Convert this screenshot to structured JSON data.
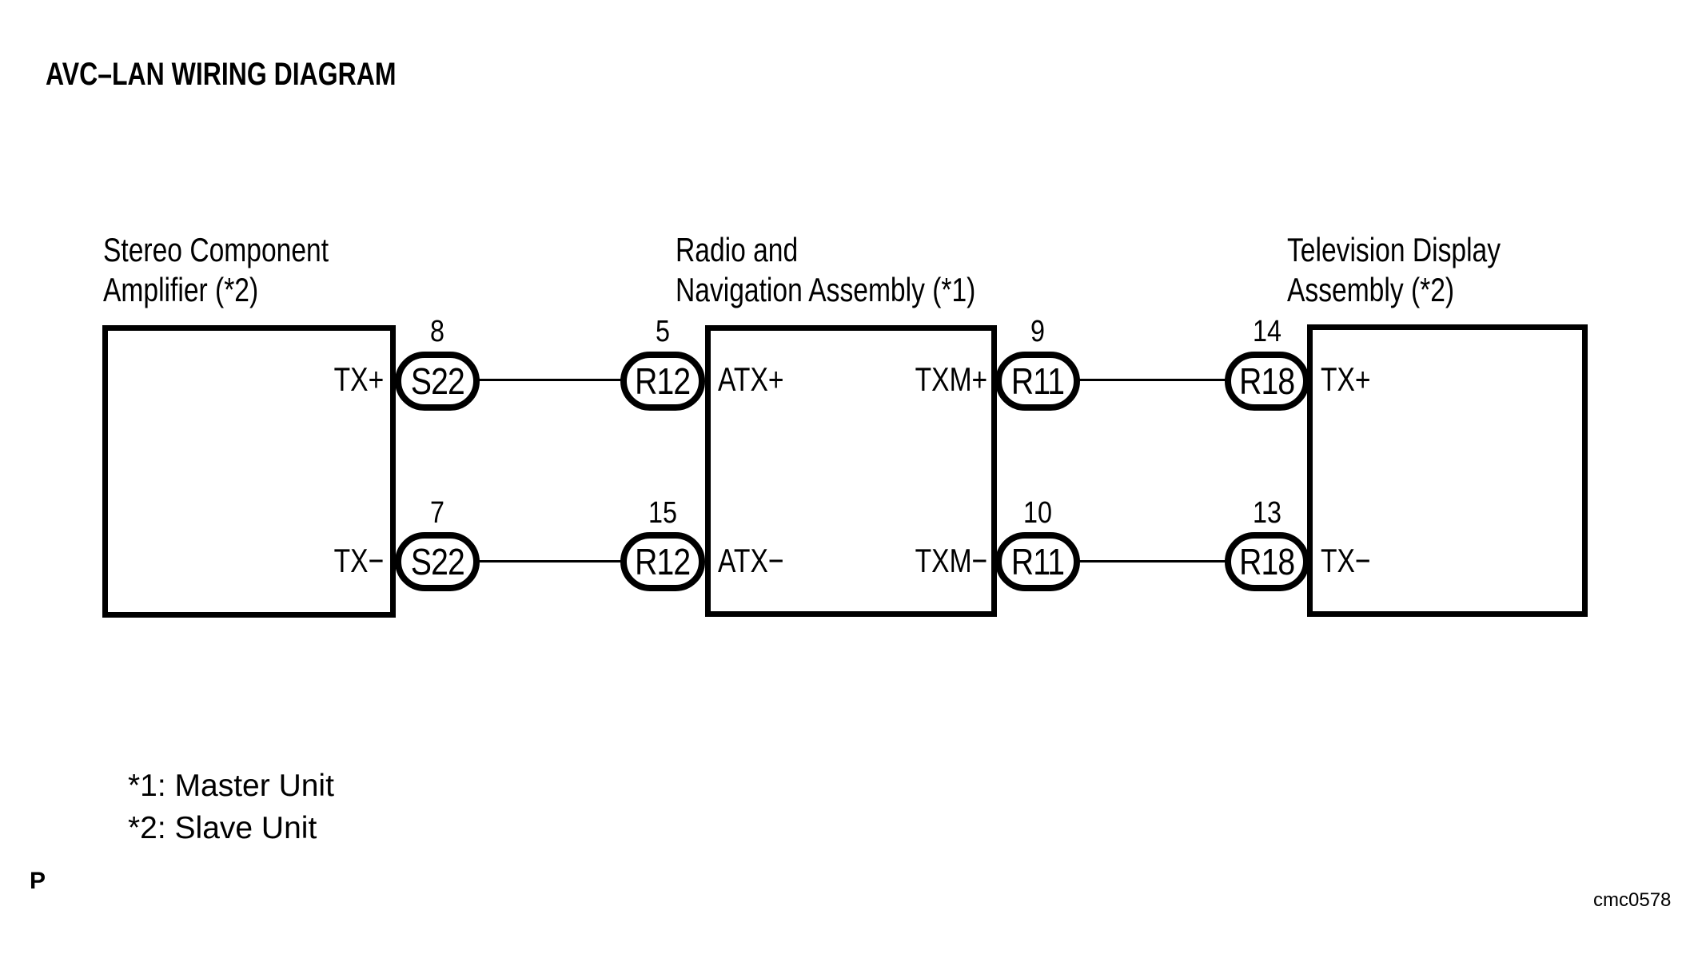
{
  "title": "AVC–LAN WIRING DIAGRAM",
  "colors": {
    "ink": "#000000",
    "background": "#ffffff"
  },
  "units": {
    "amplifier": {
      "name_line1": "Stereo Component",
      "name_line2": "Amplifier (*2)",
      "signal_top": "TX+",
      "signal_bottom": "TX−"
    },
    "radio_nav": {
      "name_line1": "Radio and",
      "name_line2": "Navigation Assembly (*1)",
      "signal_left_top": "ATX+",
      "signal_left_bottom": "ATX−",
      "signal_right_top": "TXM+",
      "signal_right_bottom": "TXM−"
    },
    "tv_display": {
      "name_line1": "Television Display",
      "name_line2": "Assembly (*2)",
      "signal_top": "TX+",
      "signal_bottom": "TX−"
    }
  },
  "connectors": {
    "s22_top": {
      "pin": "8",
      "label": "S22"
    },
    "s22_bottom": {
      "pin": "7",
      "label": "S22"
    },
    "r12_top": {
      "pin": "5",
      "label": "R12"
    },
    "r12_bottom": {
      "pin": "15",
      "label": "R12"
    },
    "r11_top": {
      "pin": "9",
      "label": "R11"
    },
    "r11_bottom": {
      "pin": "10",
      "label": "R11"
    },
    "r18_top": {
      "pin": "14",
      "label": "R18"
    },
    "r18_bottom": {
      "pin": "13",
      "label": "R18"
    }
  },
  "legend": {
    "line1": "*1: Master Unit",
    "line2": "*2: Slave Unit"
  },
  "footer": {
    "page_marker": "P",
    "figure_code": "cmc0578"
  }
}
